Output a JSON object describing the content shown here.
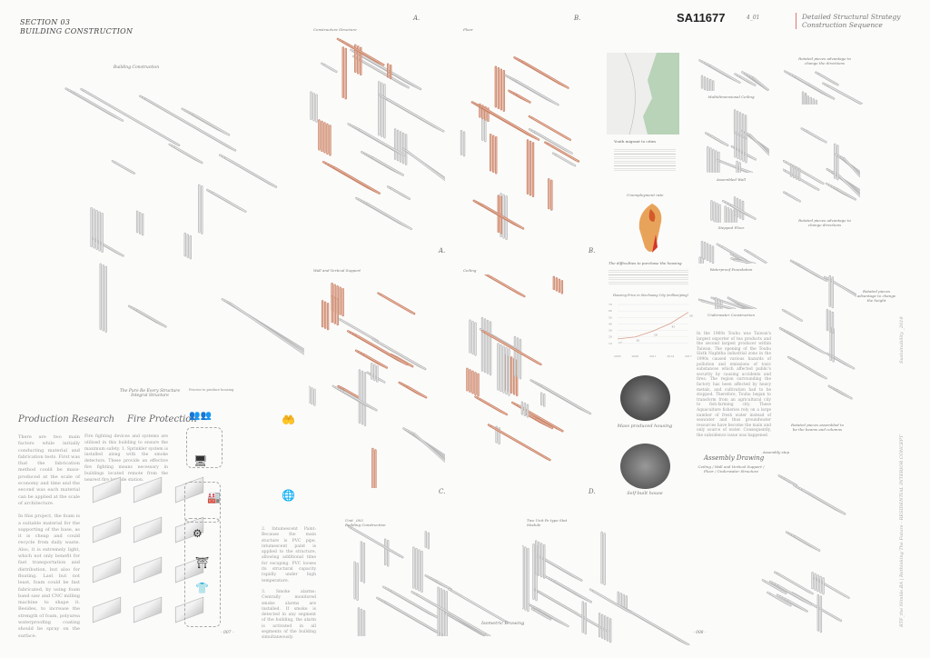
{
  "header": {
    "section": "SECTION 03",
    "subtitle": "BUILDING CONSTRUCTION",
    "code": "SA11677",
    "sheet": "4_01",
    "title_line1": "Detailed Structural Strategy",
    "title_line2": "Construction Sequence"
  },
  "left": {
    "main_caption": "Building Construction",
    "structure_caption": "The Pure Re Every Structure",
    "structure_sub": "Integral Structure",
    "production": {
      "heading": "Production Research",
      "p1": "There are two main factors while initially conducting material and fabrication tests. First was that the fabrication method could be mass-produced at the scale of economy and time and the second was each material can be applied at the scale of architecture.",
      "p2": "In this project, the foam is a suitable material for the supporting of the base, as it is cheap and could recycle from daily waste. Also, it is extremely light, which not only benefit for fast transportation and distribution, but also for floating. Last but not least, foam could be fast fabricated, by using foam band saw and CNC milling machine to shape it. Besides, to increase the strength of foam, polyurea waterproofing coating should be spray on the surface."
    },
    "fire": {
      "heading": "Fire Protection",
      "p1": "Fire fighting devices and systems are utilised in this building to ensure the maximum safety. 1. Sprinkler system is installed along with the smoke detectors. These provide an effective fire fighting means necessary in buildings located remote from the nearest fire brigade station.",
      "p2": "2. Intumescent Paint: Because the main stucture is PVC pipe, intumescent paint is applied to the structure, allowing additional time for escaping. PVC looses its structural capacity rapidly under high temperature.",
      "p3": "3. Smoke alarms: Centrally monitored smoke alarms are installed. If smoke is detected in any segment of the building, the alarm is activated in all segments of the building simultaneously.",
      "process_title": "Process to produce housing"
    },
    "page": "- 007 -"
  },
  "middle": {
    "top_labels": [
      "A.",
      "B."
    ],
    "panels": [
      {
        "title": "Constructure Structure",
        "label": "A."
      },
      {
        "title": "Floor",
        "label": "B."
      },
      {
        "title": "Wall and Vertical Support",
        "label": "C."
      },
      {
        "title": "Ceiling",
        "label": "D."
      }
    ],
    "iso1_title": "Unit _003",
    "iso1_sub": "Building Construction",
    "iso2_title": "Two Unit Pe type Stat",
    "iso2_sub": "Module",
    "iso_caption": "Isometric Drawing"
  },
  "right": {
    "map_caption": "Youth migrant to cities",
    "taiwan_caption": "Unemployment rate",
    "difficulty_title": "The difficulties to purchase the housing",
    "mass_caption": "Mass produced housing",
    "self_caption": "Self-built house",
    "text": "In the 1960s Touhu was Taiwan's largest exporter of tea products and the second largest producer within Taiwan. The opening of the Touhu Sixth Naphtha industrial zone in the 1990s caused various hazards of pollution and emissions of toxic substances which affected public's security by causing accidents and fires. The region surrounding the factory has been affected by heavy metals, and cultivation had to be stopped. Therefore, Touhu began to transform from an agricultural city to fish-farming city. These Aquaculture fisheries rely on a large number of fresh water instead of seawater and thus groundwater resources have become the main and only source of water. Consequently, the subsidence issue was happened.",
    "components": [
      "Multidimensional Ceiling",
      "Assembled Wall",
      "Stepped Floor",
      "Waterproof Foundation",
      "Underwater Construction"
    ],
    "notes": [
      "Rotated pieces advantage to change the directions",
      "Rotated pieces advantage to change directions",
      "Rotated pieces advantage to change the height",
      "Rotated pieces assembled to be the beams and columns"
    ],
    "assembly_title": "Assembly Drawing",
    "assembly_sub": "Ceiling / Wall and Vertical Support / Floor / Underwater Structure",
    "assembly_note": "Assembly step",
    "page": "- 008 -",
    "vertical_1": "Sustainability _2018",
    "vertical_2": "RTF_the Nimble.BA  |  Rethinking The Future - RESIDENTIAL INTERIOR CONCEPT"
  },
  "chart_data": {
    "type": "line",
    "title": "Housing Price in Sinchuang City (million/ping)",
    "categories": [
      "2005",
      "2008",
      "2011",
      "2014",
      "2017"
    ],
    "values": [
      17,
      20,
      29,
      41,
      58
    ],
    "ylim": [
      0,
      70
    ],
    "color": "#d9a08a"
  },
  "colors": {
    "copper": "#c8846a",
    "pipe": "#b9b9b9",
    "accent": "#d77"
  }
}
